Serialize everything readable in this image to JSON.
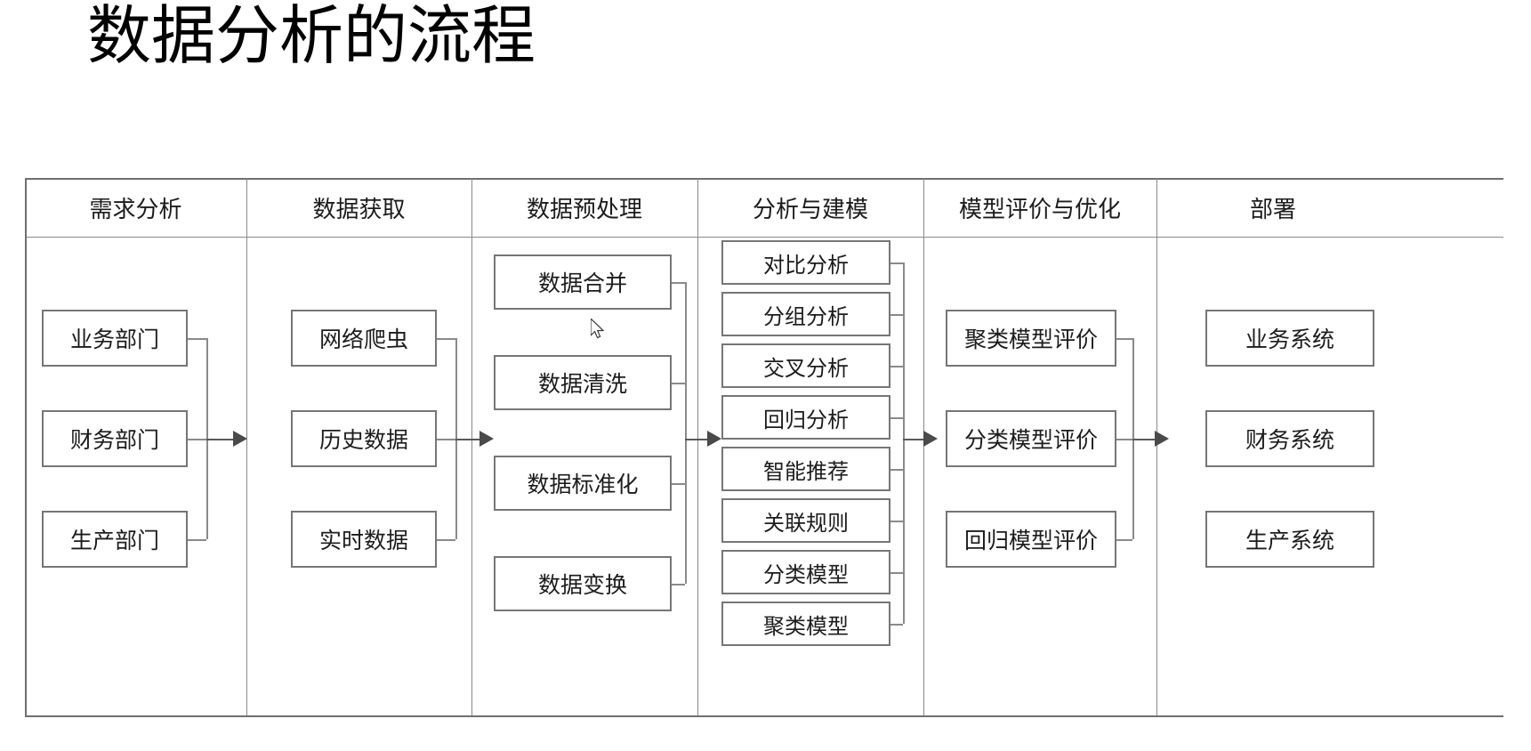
{
  "slide": {
    "title": "数据分析的流程"
  },
  "diagram": {
    "type": "flow-pipeline",
    "column_count": 6,
    "columns": [
      {
        "id": "requirements",
        "header": "需求分析",
        "nodes": [
          "业务部门",
          "财务部门",
          "生产部门"
        ]
      },
      {
        "id": "acquisition",
        "header": "数据获取",
        "nodes": [
          "网络爬虫",
          "历史数据",
          "实时数据"
        ]
      },
      {
        "id": "preprocessing",
        "header": "数据预处理",
        "nodes": [
          "数据合并",
          "数据清洗",
          "数据标准化",
          "数据变换"
        ]
      },
      {
        "id": "modeling",
        "header": "分析与建模",
        "nodes": [
          "对比分析",
          "分组分析",
          "交叉分析",
          "回归分析",
          "智能推荐",
          "关联规则",
          "分类模型",
          "聚类模型"
        ]
      },
      {
        "id": "evaluation",
        "header": "模型评价与优化",
        "nodes": [
          "聚类模型评价",
          "分类模型评价",
          "回归模型评价"
        ]
      },
      {
        "id": "deployment",
        "header": "部署",
        "nodes": [
          "业务系统",
          "财务系统",
          "生产系统"
        ]
      }
    ],
    "arrows": [
      {
        "from": "requirements",
        "to": "acquisition"
      },
      {
        "from": "acquisition",
        "to": "preprocessing"
      },
      {
        "from": "preprocessing",
        "to": "modeling"
      },
      {
        "from": "modeling",
        "to": "evaluation"
      },
      {
        "from": "evaluation",
        "to": "deployment"
      }
    ],
    "colors": {
      "frame": "#6f6f6f",
      "divider": "#8a8a8a",
      "node_border": "#767676",
      "connector": "#8a8a8a",
      "arrow": "#4a4a4a",
      "text": "#1c1c1c",
      "background": "#ffffff"
    }
  }
}
